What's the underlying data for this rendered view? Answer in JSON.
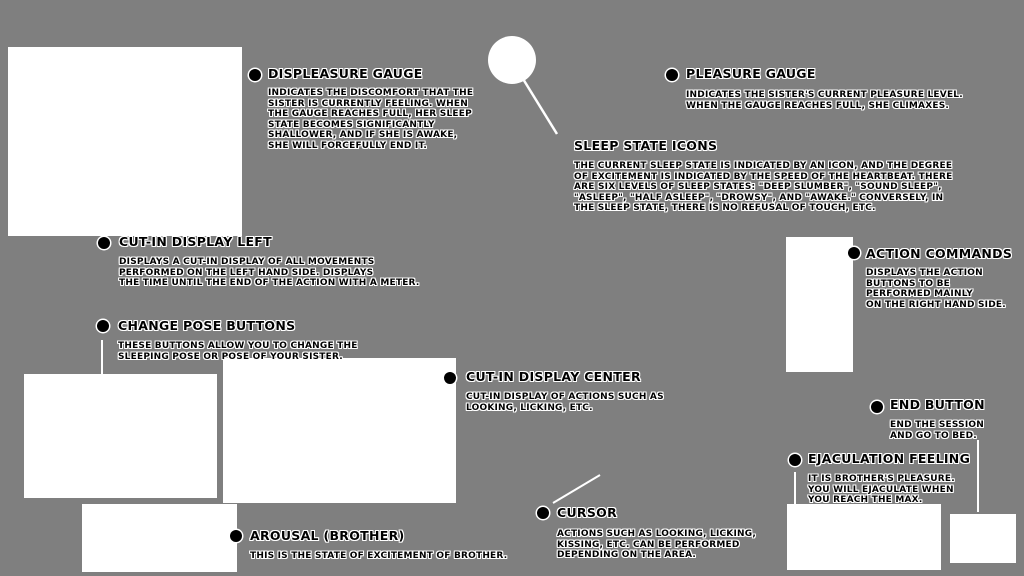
{
  "colors": {
    "background": "#7f7f7f",
    "panel": "#ffffff",
    "text": "#000000"
  },
  "bullet_icon": "filled-circle-bullet",
  "labels": {
    "displeasure_gauge": {
      "title": "Displeasure Gauge",
      "desc": "Indicates the discomfort that the\nsister is currently feeling. When\nthe gauge reaches full, her sleep\nstate becomes significantly\nshallower, and if she is awake,\nshe will forcefully end it."
    },
    "pleasure_gauge": {
      "title": "Pleasure Gauge",
      "desc": "Indicates the sister's current pleasure level.\nWhen the gauge reaches full, she climaxes."
    },
    "sleep_state_icons": {
      "title": "Sleep State Icons",
      "desc": "The current sleep state is indicated by an icon, and the degree\nof excitement is indicated by the speed of the heartbeat. There\nare six levels of sleep states: \"Deep slumber\", \"Sound sleep\",\n\"Asleep\", \"Half asleep\", \"Drowsy\", and \"Awake.\" Conversely, in\nthe sleep state, there is no refusal of touch, etc."
    },
    "cut_in_left": {
      "title": "Cut-in display left",
      "desc": "Displays a cut-in display of all movements\nperformed on the left hand side. Displays\nthe time until the end of the action with a meter."
    },
    "action_commands": {
      "title": "Action Commands",
      "desc": "Displays the action\nbuttons to be\nperformed mainly\non the right hand side."
    },
    "change_pose": {
      "title": "Change Pose Buttons",
      "desc": "These buttons allow you to change the\nsleeping pose or pose of your sister."
    },
    "cut_in_center": {
      "title": "Cut-in display center",
      "desc": "Cut-in display of actions such as\nlooking, licking, etc."
    },
    "end_button": {
      "title": "End Button",
      "desc": "End the session\nand go to bed."
    },
    "ejaculation_feeling": {
      "title": "Ejaculation Feeling",
      "desc": "It is brother's pleasure.\nYou will ejaculate when\nyou reach the max."
    },
    "cursor": {
      "title": "Cursor",
      "desc": "Actions such as looking, licking,\nkissing, etc. can be performed\ndepending on the area."
    },
    "arousal_brother": {
      "title": "Arousal (Brother)",
      "desc": "This is the state of excitement of brother."
    }
  }
}
